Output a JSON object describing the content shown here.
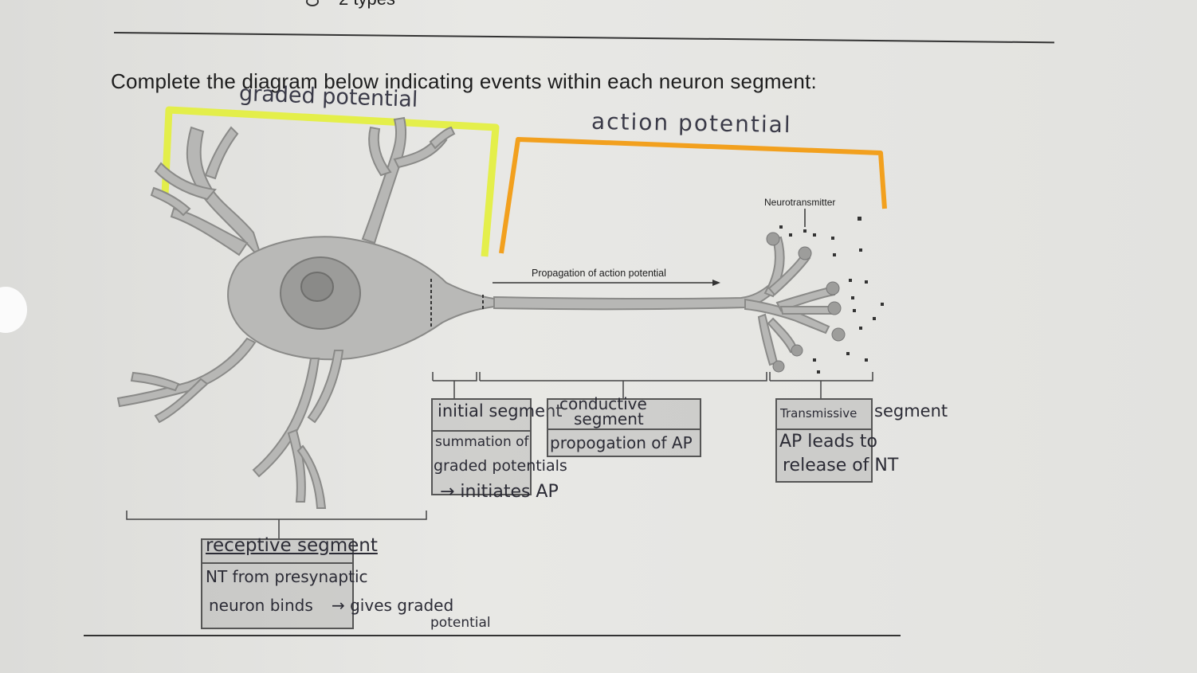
{
  "header": {
    "fragment": "2 types"
  },
  "instructions": "Complete the diagram below indicating events within each neuron segment:",
  "brackets": {
    "graded": {
      "label": "graded potential",
      "color": "#e3f03a"
    },
    "action": {
      "label": "action potential",
      "color": "#f2a01e"
    }
  },
  "figure": {
    "neurotransmitter_label": "Neurotransmitter",
    "propagation_label": "Propagation of action potential"
  },
  "segments": {
    "receptive": {
      "title": "receptive segment",
      "body_line1": "NT from presynaptic",
      "body_line2": "neuron binds",
      "body_line3": "→ gives graded",
      "body_line4": "potential"
    },
    "initial": {
      "title": "initial segment",
      "body_line1": "summation of",
      "body_line2": "graded potentials",
      "body_line3": "→ initiates AP"
    },
    "conductive": {
      "title_line1": "conductive",
      "title_line2": "segment",
      "body": "propogation of AP"
    },
    "transmissive": {
      "title_printed": "Transmissive",
      "title_extra": "segment",
      "body_line1": "AP leads to",
      "body_line2": "release of NT"
    }
  }
}
